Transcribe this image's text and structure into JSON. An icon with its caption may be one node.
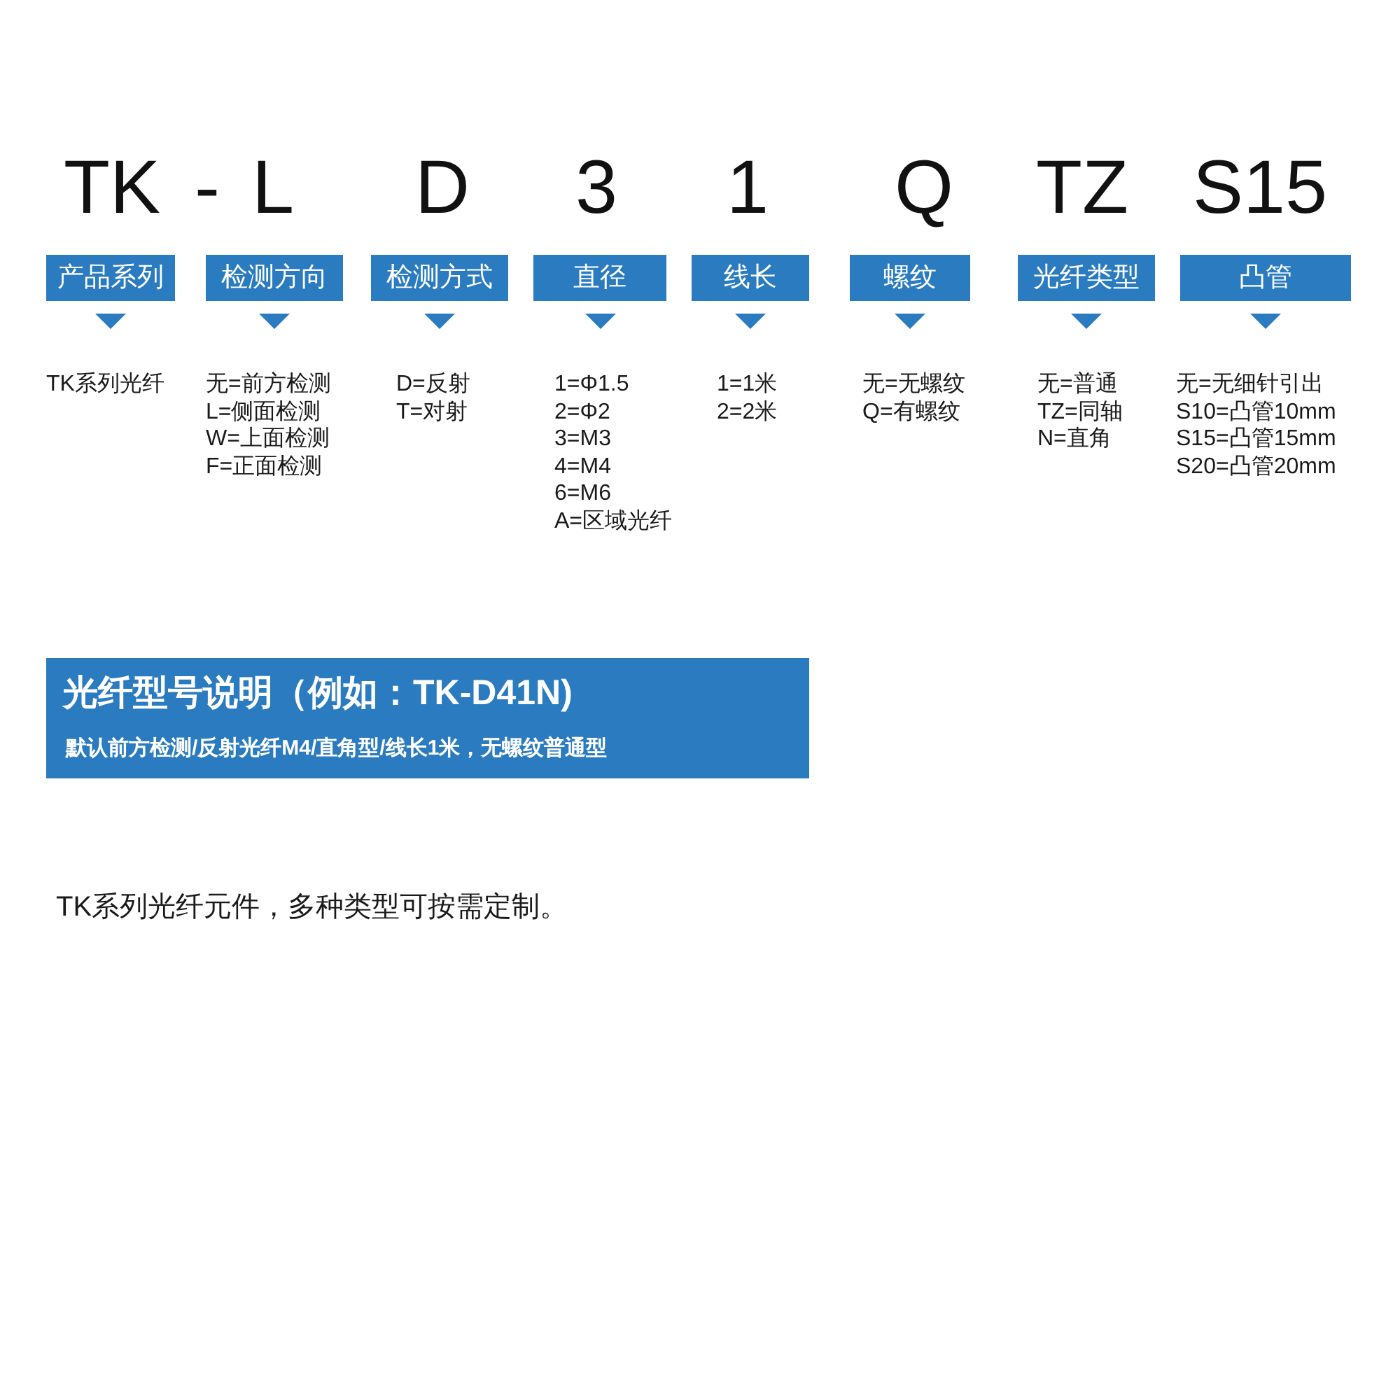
{
  "diagram": {
    "nodes": [
      {
        "text": [
          "产品系列"
        ],
        "beside": [
          "TK",
          "TK系列光纤"
        ]
      },
      {
        "text": [
          "检测方向"
        ],
        "beside": [
          "L",
          "无=前方检测",
          "L=侧面检测",
          "W=上面检测",
          "F=正面检测"
        ]
      },
      {
        "text": [
          "检测方式"
        ],
        "beside": [
          "D",
          "D=反射",
          "T=对射"
        ]
      },
      {
        "text": [
          "直径"
        ],
        "beside": [
          "3",
          "1=Φ1.5",
          "2=Φ2",
          "3=M3",
          "4=M4",
          "6=M6",
          "A=区域光纤"
        ]
      },
      {
        "text": [
          "线长"
        ],
        "beside": [
          "1",
          "1=1米",
          "2=2米"
        ]
      },
      {
        "text": [
          "螺纹"
        ],
        "beside": [
          "Q",
          "无=无螺纹",
          "Q=有螺纹"
        ]
      },
      {
        "text": [
          "光纤类型"
        ],
        "beside": [
          "TZ",
          "无=普通",
          "TZ=同轴",
          "N=直角"
        ]
      },
      {
        "text": [
          "凸管"
        ],
        "beside": [
          "S15",
          "无=无细针引出",
          "S10=凸管10mm",
          "S15=凸管15mm",
          "S20=凸管20mm"
        ]
      },
      {
        "text": [
          "光纤型号说明（例如：TK-D41N)",
          "默认前方检测/反射光纤M4/直角型/线长1米，无螺纹普通型"
        ]
      }
    ],
    "labels": [
      "-",
      "TK系列光纤元件，多种类型可按需定制。"
    ]
  }
}
